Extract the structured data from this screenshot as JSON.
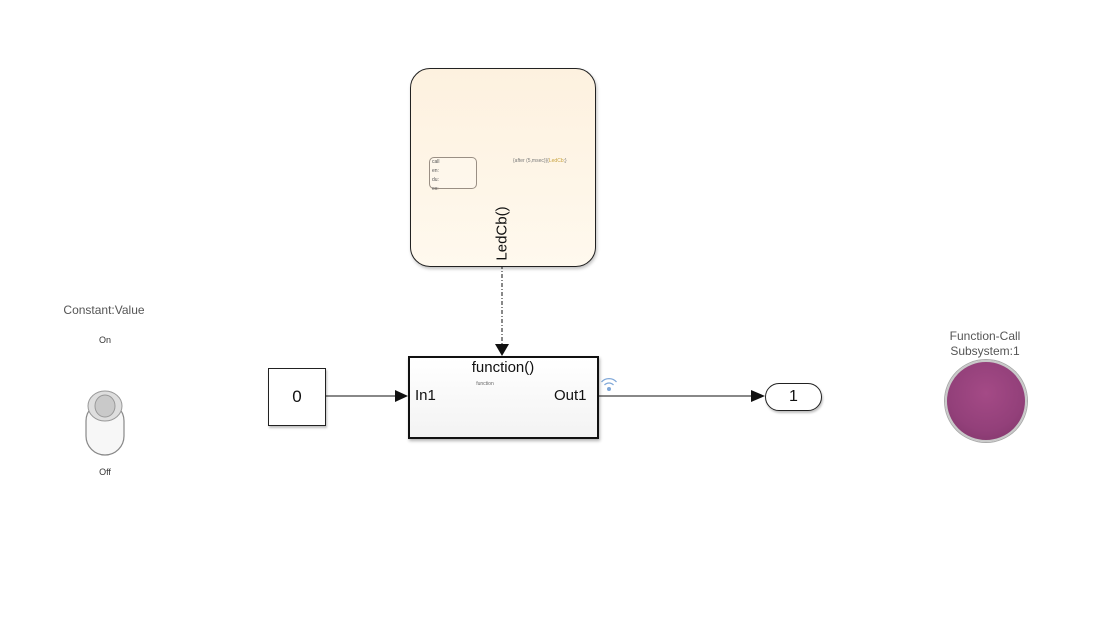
{
  "toggle_switch": {
    "label": "Constant:Value",
    "on_label": "On",
    "off_label": "Off"
  },
  "stateflow_chart": {
    "function_output": "LedCb()",
    "mini_state_lines": [
      "call",
      "en:",
      "du:",
      "ex:"
    ],
    "mini_transition_prefix": "{after (5,msec)}{",
    "mini_transition_call": "LedCb",
    "mini_transition_suffix": ";}"
  },
  "constant_block": {
    "value": "0"
  },
  "function_call_subsystem": {
    "title": "function()",
    "inport_label": "In1",
    "outport_label": "Out1",
    "mini_label": "function"
  },
  "outport_block": {
    "value": "1"
  },
  "lamp": {
    "label_line1": "Function-Call",
    "label_line2": "Subsystem:1",
    "color": "#93407a"
  },
  "colors": {
    "chart_fill": "#fdf1df",
    "line": "#111111",
    "signal_icon": "#7fa7d8"
  }
}
